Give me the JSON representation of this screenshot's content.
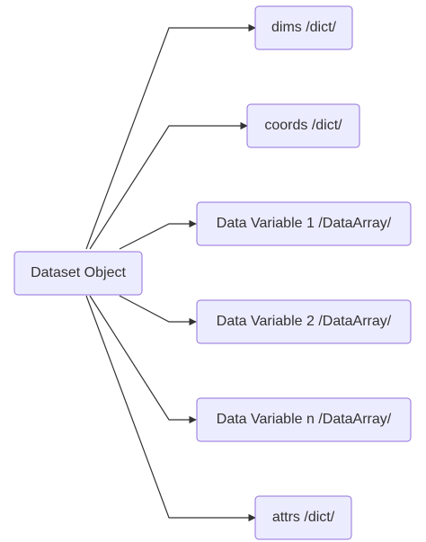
{
  "diagram": {
    "root": {
      "label": "Dataset Object"
    },
    "children": [
      {
        "label": "dims /dict/"
      },
      {
        "label": "coords /dict/"
      },
      {
        "label": "Data Variable 1 /DataArray/"
      },
      {
        "label": "Data Variable 2 /DataArray/"
      },
      {
        "label": "Data Variable n /DataArray/"
      },
      {
        "label": "attrs /dict/"
      }
    ]
  }
}
